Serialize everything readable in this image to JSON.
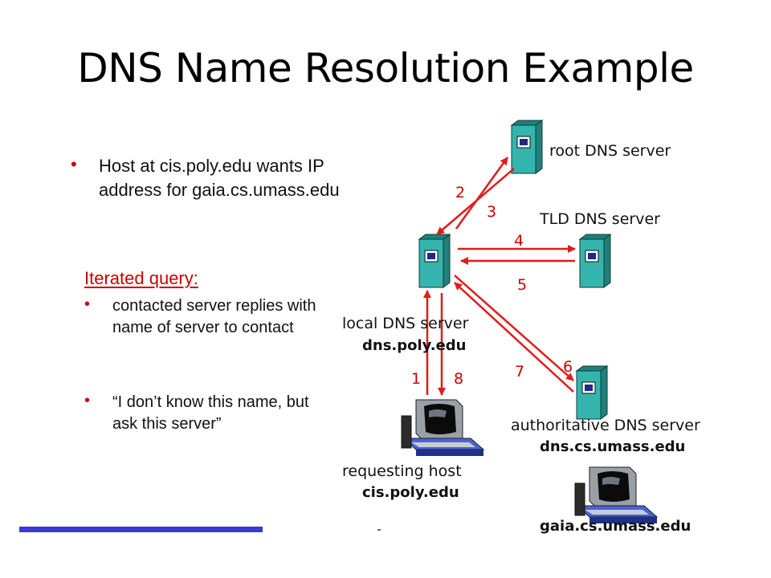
{
  "title": "DNS Name Resolution Example",
  "bullets": {
    "main": "Host at cis.poly.edu wants IP address for gaia.cs.umass.edu",
    "heading": "Iterated query:",
    "sub": [
      "contacted server replies with name of server to contact",
      "“I don’t know this name, but ask this server”"
    ],
    "marker": "•"
  },
  "diagram": {
    "root": {
      "label": "root DNS server"
    },
    "tld": {
      "label": "TLD DNS server"
    },
    "local": {
      "label": "local DNS server",
      "host": "dns.poly.edu"
    },
    "auth": {
      "label": "authoritative DNS server",
      "host": "dns.cs.umass.edu"
    },
    "requesting": {
      "label": "requesting host",
      "host": "cis.poly.edu"
    },
    "target": {
      "host": "gaia.cs.umass.edu"
    },
    "steps": [
      "1",
      "2",
      "3",
      "4",
      "5",
      "6",
      "7",
      "8"
    ]
  },
  "colors": {
    "arrow": "#e21b1b",
    "server": "#33b5ad",
    "bar": "#3a3ad6",
    "bullet": "#cc0000"
  }
}
